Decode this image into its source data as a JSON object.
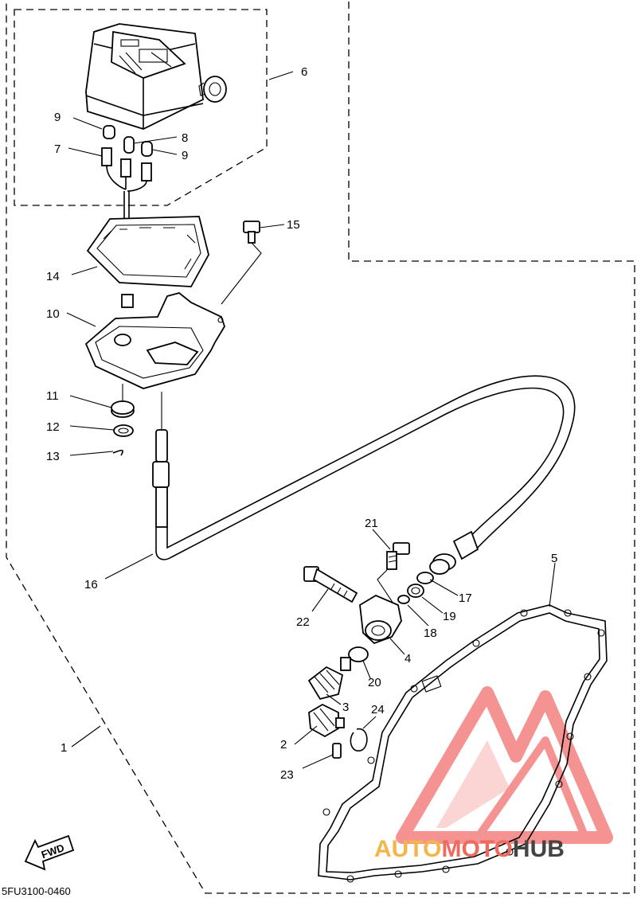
{
  "diagram_code": "5FU3100-0460",
  "fwd_label": "FWD",
  "watermark": {
    "part1": "AUTO",
    "part2": "MOTO",
    "part3": "HUB",
    "color_part1": "#f6b54a",
    "color_part2": "#ef6a5e",
    "color_part3": "#444444",
    "logo_color": "#f26e6e"
  },
  "callouts": {
    "c1": "1",
    "c2": "2",
    "c3": "3",
    "c4": "4",
    "c5": "5",
    "c6": "6",
    "c7": "7",
    "c8": "8",
    "c9a": "9",
    "c9b": "9",
    "c10": "10",
    "c11": "11",
    "c12": "12",
    "c13": "13",
    "c14": "14",
    "c15": "15",
    "c16": "16",
    "c17": "17",
    "c18": "18",
    "c19": "19",
    "c20": "20",
    "c21": "21",
    "c22": "22",
    "c23": "23",
    "c24": "24"
  }
}
